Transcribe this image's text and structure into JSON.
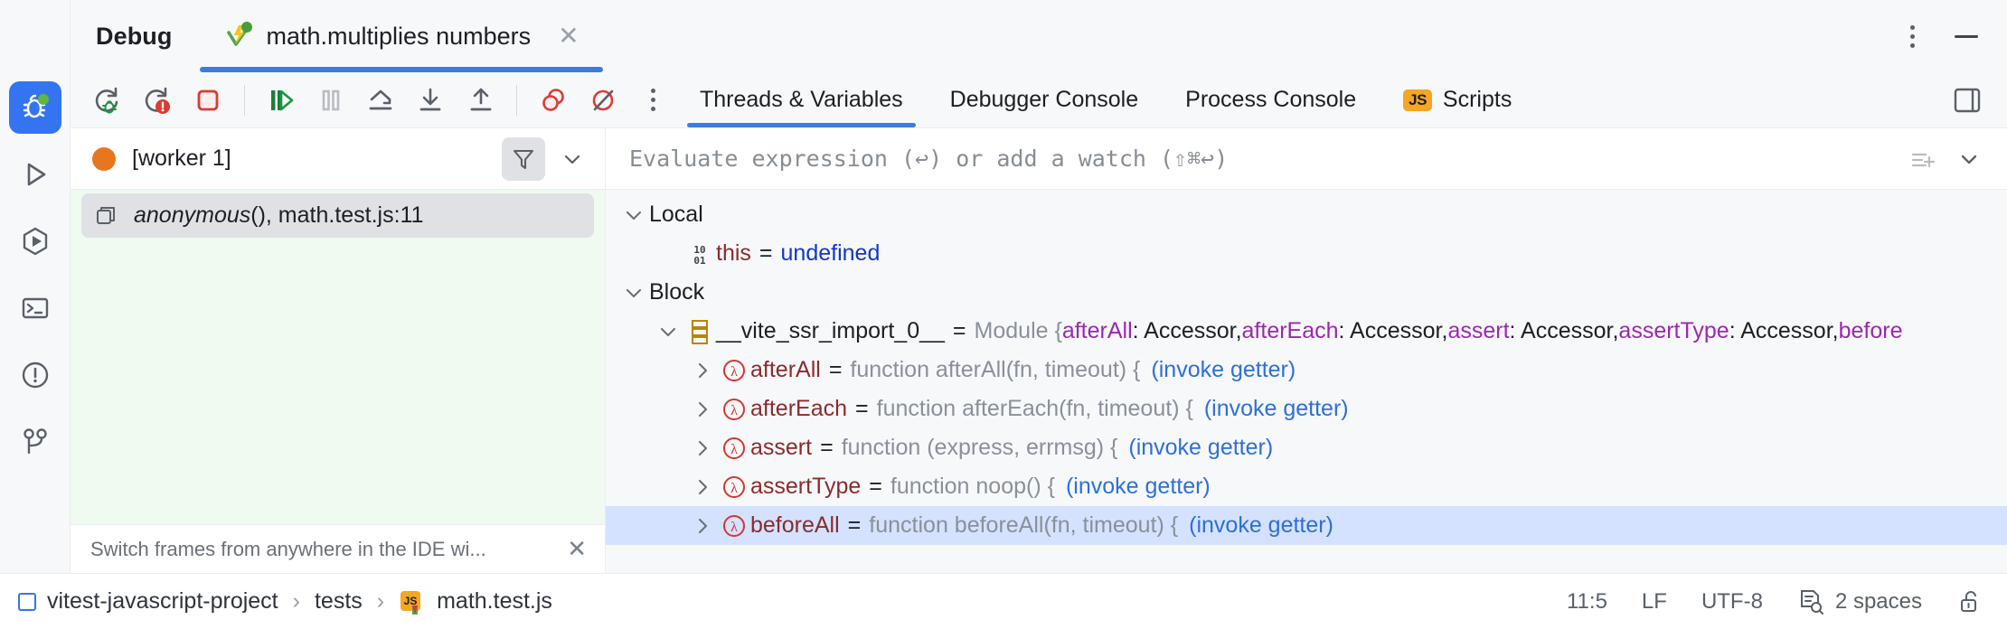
{
  "window": {
    "tool_title": "Debug",
    "kebab_icon": "more-vertical-icon",
    "minimize_icon": "minimize-icon"
  },
  "run_tab": {
    "label": "math.multiplies numbers",
    "icon": "vitest-test-icon",
    "close_icon": "close-icon"
  },
  "activity_bar": {
    "items": [
      {
        "name": "debug",
        "icon": "bug-icon",
        "active": true
      },
      {
        "name": "run",
        "icon": "play-icon",
        "active": false
      },
      {
        "name": "services",
        "icon": "services-icon",
        "active": false
      },
      {
        "name": "terminal",
        "icon": "terminal-icon",
        "active": false
      },
      {
        "name": "problems",
        "icon": "warning-circle-icon",
        "active": false
      },
      {
        "name": "version-control",
        "icon": "branch-icon",
        "active": false
      }
    ]
  },
  "debug_toolbar": {
    "buttons": [
      {
        "name": "rerun",
        "icon": "rerun-debug-icon",
        "label": "Rerun"
      },
      {
        "name": "rerun-failed",
        "icon": "rerun-failed-icon",
        "label": "Rerun failed tests"
      },
      {
        "name": "stop",
        "icon": "stop-icon",
        "label": "Stop"
      },
      {
        "name": "resume",
        "icon": "resume-program-icon",
        "label": "Resume Program"
      },
      {
        "name": "pause",
        "icon": "pause-program-icon",
        "label": "Pause Program"
      },
      {
        "name": "step-over",
        "icon": "step-over-icon",
        "label": "Step Over"
      },
      {
        "name": "step-into",
        "icon": "step-into-icon",
        "label": "Step Into"
      },
      {
        "name": "step-out",
        "icon": "step-out-icon",
        "label": "Step Out"
      },
      {
        "name": "view-breakpoints",
        "icon": "view-breakpoints-icon",
        "label": "View Breakpoints"
      },
      {
        "name": "mute-breakpoints",
        "icon": "mute-breakpoints-icon",
        "label": "Mute Breakpoints"
      },
      {
        "name": "more",
        "icon": "more-vertical-icon",
        "label": "More"
      }
    ],
    "tabs": [
      {
        "label": "Threads & Variables",
        "active": true,
        "icon": null
      },
      {
        "label": "Debugger Console",
        "active": false,
        "icon": null
      },
      {
        "label": "Process Console",
        "active": false,
        "icon": null
      },
      {
        "label": "Scripts",
        "active": false,
        "icon": "js-badge",
        "icon_text": "JS"
      }
    ],
    "layout_button": {
      "name": "layout-settings",
      "icon": "split-layout-icon"
    }
  },
  "frames_pane": {
    "thread": {
      "name": "[worker 1]",
      "status_color": "#e8761e",
      "filter_icon": "filter-icon",
      "chevron_icon": "chevron-down-icon"
    },
    "frames": [
      {
        "function": "anonymous",
        "suffix": "(), math.test.js:11",
        "icon": "frame-icon",
        "selected": true
      }
    ],
    "hint": {
      "text": "Switch frames from anywhere in the IDE wi...",
      "close_icon": "close-icon"
    }
  },
  "variables_pane": {
    "evaluate": {
      "placeholder": "Evaluate expression (↩) or add a watch (⇧⌘↩)",
      "add_watch_icon": "add-watch-icon",
      "chevron_icon": "chevron-down-icon"
    },
    "rows": [
      {
        "id": "local",
        "kind": "group",
        "indent": 0,
        "twisty": "expanded",
        "name": "Local",
        "icon": null,
        "selected": false
      },
      {
        "id": "this",
        "kind": "field",
        "indent": 1,
        "twisty": "none",
        "icon": "binary-value-icon",
        "name": "this",
        "eq": "=",
        "value": "undefined",
        "value_style": "blue",
        "selected": false
      },
      {
        "id": "block",
        "kind": "group",
        "indent": 0,
        "twisty": "expanded",
        "name": "Block",
        "icon": null,
        "selected": false
      },
      {
        "id": "vite_ssr_import_0",
        "kind": "module",
        "indent": 1,
        "twisty": "expanded",
        "icon": "module-icon",
        "name": "__vite_ssr_import_0__",
        "eq": "=",
        "type_text": "Module {",
        "members": [
          {
            "key": "afterAll",
            "value": "Accessor"
          },
          {
            "key": "afterEach",
            "value": "Accessor"
          },
          {
            "key": "assert",
            "value": "Accessor"
          },
          {
            "key": "assertType",
            "value": "Accessor"
          },
          {
            "key": "before",
            "value": ""
          }
        ],
        "selected": false
      },
      {
        "id": "afterAll",
        "kind": "function",
        "indent": 2,
        "twisty": "collapsed",
        "icon": "lambda-icon",
        "name": "afterAll",
        "eq": "=",
        "signature": "function afterAll(fn, timeout) {",
        "link": "(invoke getter)",
        "selected": false
      },
      {
        "id": "afterEach",
        "kind": "function",
        "indent": 2,
        "twisty": "collapsed",
        "icon": "lambda-icon",
        "name": "afterEach",
        "eq": "=",
        "signature": "function afterEach(fn, timeout) {",
        "link": "(invoke getter)",
        "selected": false
      },
      {
        "id": "assert",
        "kind": "function",
        "indent": 2,
        "twisty": "collapsed",
        "icon": "lambda-icon",
        "name": "assert",
        "eq": "=",
        "signature": "function (express, errmsg) {",
        "link": "(invoke getter)",
        "selected": false
      },
      {
        "id": "assertType",
        "kind": "function",
        "indent": 2,
        "twisty": "collapsed",
        "icon": "lambda-icon",
        "name": "assertType",
        "eq": "=",
        "signature": "function noop() {",
        "link": "(invoke getter)",
        "selected": false
      },
      {
        "id": "beforeAll",
        "kind": "function",
        "indent": 2,
        "twisty": "collapsed",
        "icon": "lambda-icon",
        "name": "beforeAll",
        "eq": "=",
        "signature": "function beforeAll(fn, timeout) {",
        "link": "(invoke getter)",
        "selected": true
      }
    ]
  },
  "status_bar": {
    "breadcrumbs": [
      {
        "label": "vitest-javascript-project",
        "icon": "project-icon"
      },
      {
        "label": "tests",
        "icon": null
      },
      {
        "label": "math.test.js",
        "icon": "js-file-icon"
      }
    ],
    "separator": "›",
    "caret_position": "11:5",
    "line_separator": "LF",
    "encoding": "UTF-8",
    "indent": "2 spaces",
    "indent_icon": "inspect-document-icon",
    "lock_icon": "unlocked-icon"
  },
  "colors": {
    "accent": "#3574f0",
    "tab_underline": "#3b7dde",
    "selection": "#d4e2ff",
    "frame_selection": "#dfe1e5",
    "thread_running": "#e8761e",
    "module_key": "#9c27b0",
    "lambda": "#d4372f",
    "link": "#2e6fd9",
    "value_blue": "#1236c8",
    "type_gray": "#8a9099",
    "js_badge": "#f5a623",
    "frames_bg": "#effaf0"
  }
}
